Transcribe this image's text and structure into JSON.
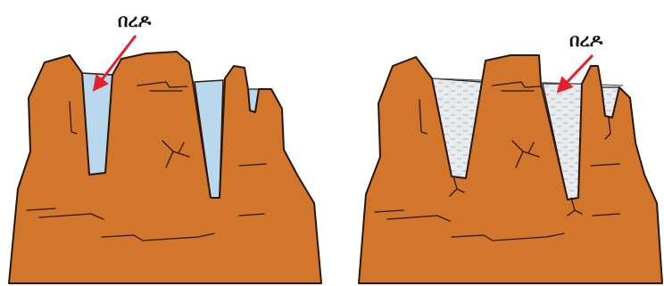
{
  "panels": [
    {
      "id": "left",
      "label": "በረዶ"
    },
    {
      "id": "right",
      "label": "በረዶ"
    }
  ],
  "colors": {
    "rock": "#d2762b",
    "rock_outline": "#2a1608",
    "water": "#b9d8ee",
    "ice": "#e9ecef",
    "arrow": "#e3202b"
  }
}
